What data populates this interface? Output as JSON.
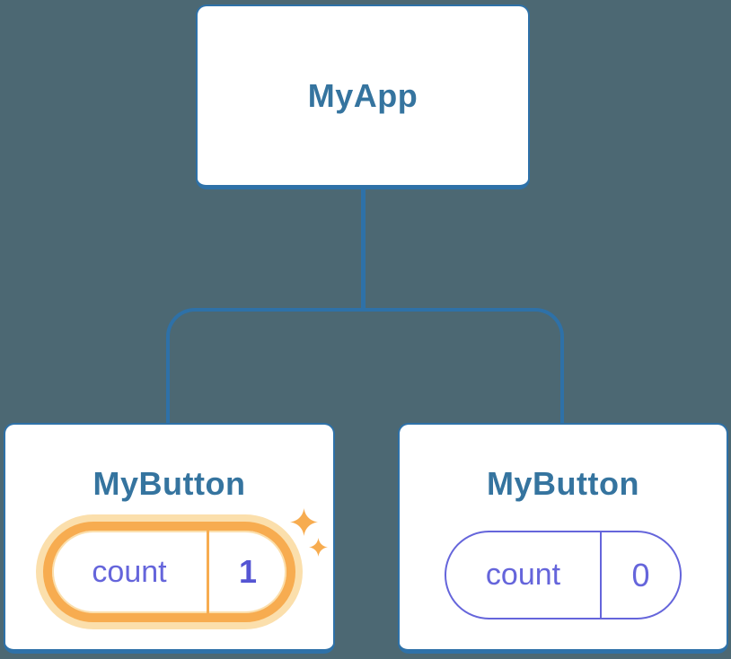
{
  "diagram": {
    "description": "component-tree-with-state",
    "root": {
      "label": "MyApp"
    },
    "children": [
      {
        "label": "MyButton",
        "state": {
          "key": "count",
          "value": "1",
          "highlighted": true
        }
      },
      {
        "label": "MyButton",
        "state": {
          "key": "count",
          "value": "0",
          "highlighted": false
        }
      }
    ]
  },
  "icons": {
    "sparkle_large": "sparkle-icon",
    "sparkle_small": "sparkle-icon"
  },
  "colors": {
    "background": "#4C6873",
    "card_bg": "#FFFFFF",
    "connector_blue": "#2E71A8",
    "title_text": "#35749F",
    "state_purple": "#6565DB",
    "state_value_purple": "#5555D3",
    "highlight_orange": "#F7AC50",
    "highlight_glow": "#FBDFAC"
  }
}
